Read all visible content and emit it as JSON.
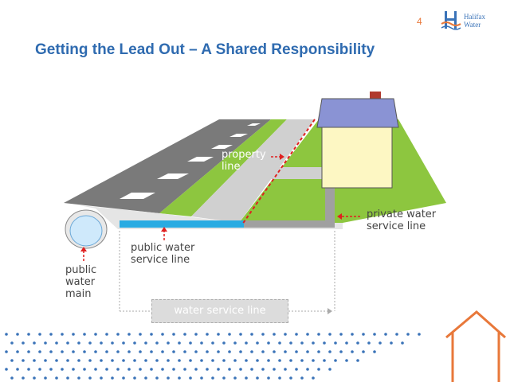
{
  "header": {
    "page_number": "4",
    "logo_line1": "Halifax",
    "logo_line2": "Water"
  },
  "title": "Getting the Lead Out – A Shared Responsibility",
  "diagram": {
    "labels": {
      "property_line": [
        "property",
        "line"
      ],
      "private_service_line": [
        "private water",
        "service line"
      ],
      "public_service_line": [
        "public water",
        "service line"
      ],
      "public_water_main": [
        "public",
        "water",
        "main"
      ],
      "water_service_line": "water service line"
    },
    "colors": {
      "road": "#7a7a7a",
      "grass": "#8dc63f",
      "sidewalk": "#d0d0d0",
      "public_pipe": "#29abe2",
      "private_pipe": "#a0a0a0",
      "house_wall": "#fdf7c3",
      "house_roof": "#8a93d4",
      "arrow": "#e02020",
      "title": "#2f6bb0",
      "accent": "#e8783a"
    }
  }
}
